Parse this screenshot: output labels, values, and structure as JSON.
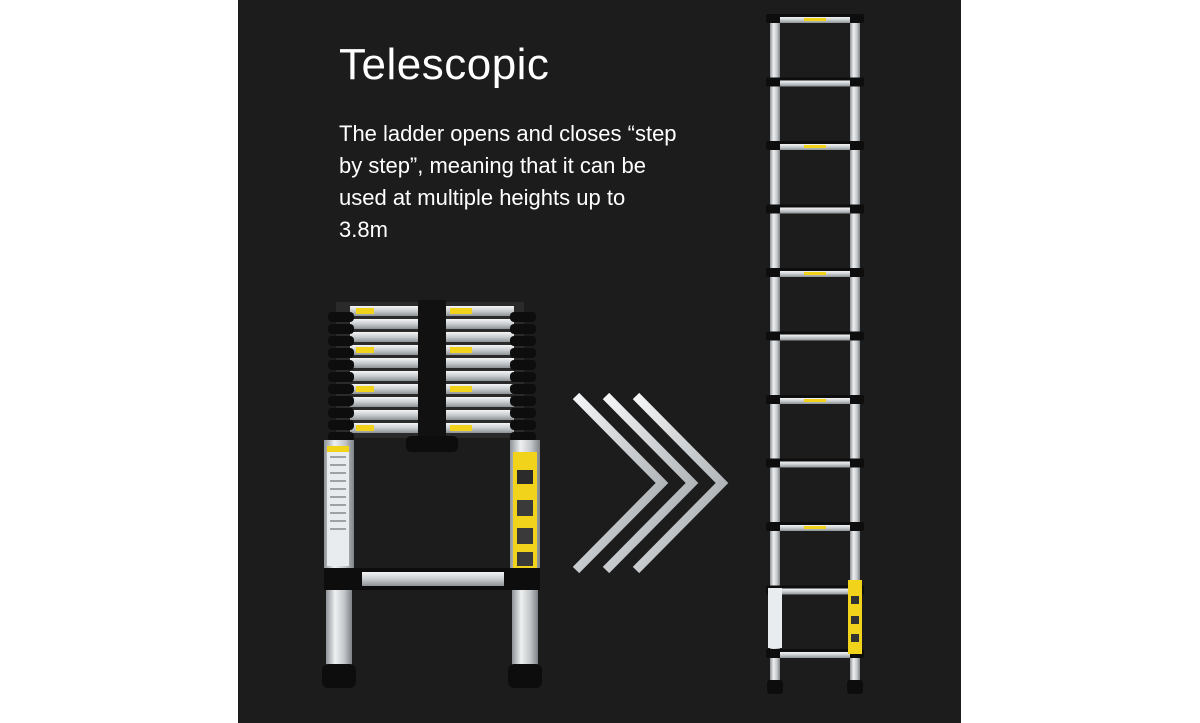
{
  "heading": {
    "title": "Telescopic",
    "description": "The ladder opens and closes “step by step”, meaning that it can be used at multiple heights up to 3.8m"
  },
  "illustration": {
    "collapsed_ladder_icon": "collapsed-ladder-icon",
    "arrow_icon": "triple-chevron-right-icon",
    "extended_ladder_icon": "extended-ladder-icon",
    "rung_count": 10
  },
  "colors": {
    "background": "#1c1c1c",
    "text": "#ffffff",
    "aluminium": "#cfd3d6",
    "label_yellow": "#f2d31b",
    "joint_black": "#0d0d0d"
  }
}
